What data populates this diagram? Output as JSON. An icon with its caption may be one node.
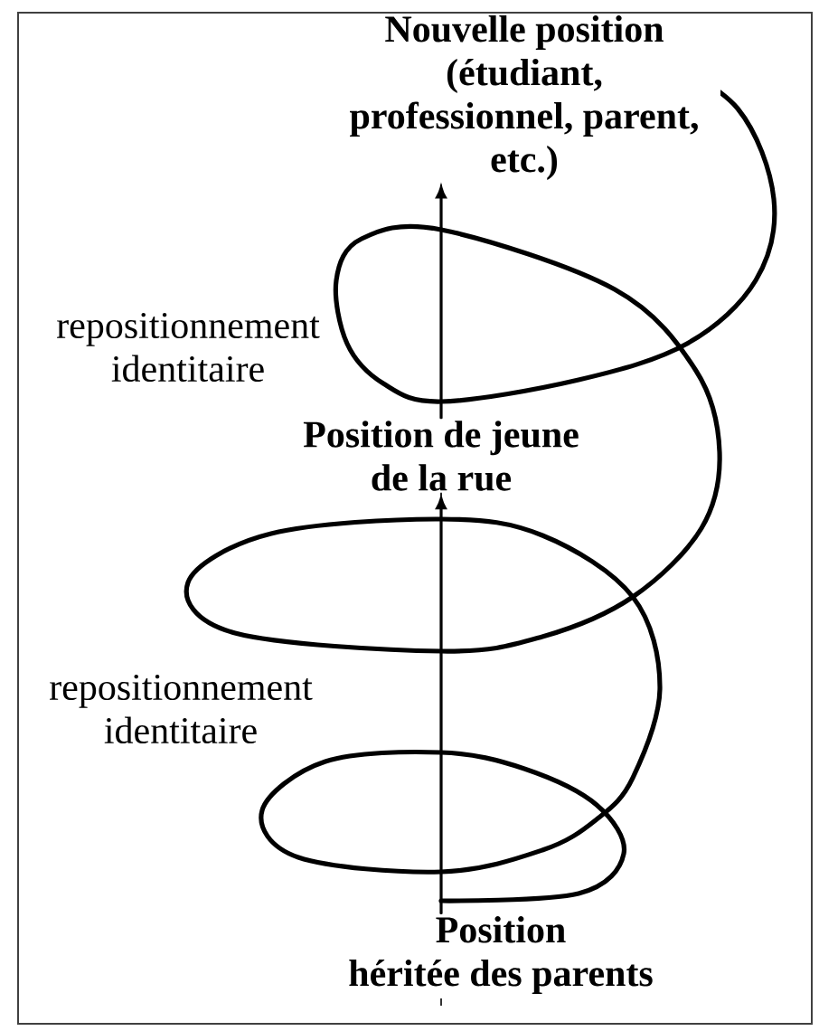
{
  "diagram": {
    "nodes": [
      {
        "text": [
          "Nouvelle position (étudiant, professionnel, parent, etc.)"
        ]
      },
      {
        "text": [
          "Position de jeune de la rue"
        ]
      },
      {
        "text": [
          "Position héritée des parents"
        ]
      }
    ],
    "edges": [
      {
        "from": 2,
        "to": 1,
        "arrow": "to"
      },
      {
        "from": 1,
        "to": 0,
        "arrow": "to"
      }
    ],
    "labels": [
      "repositionnement identitaire",
      "repositionnement identitaire"
    ]
  }
}
